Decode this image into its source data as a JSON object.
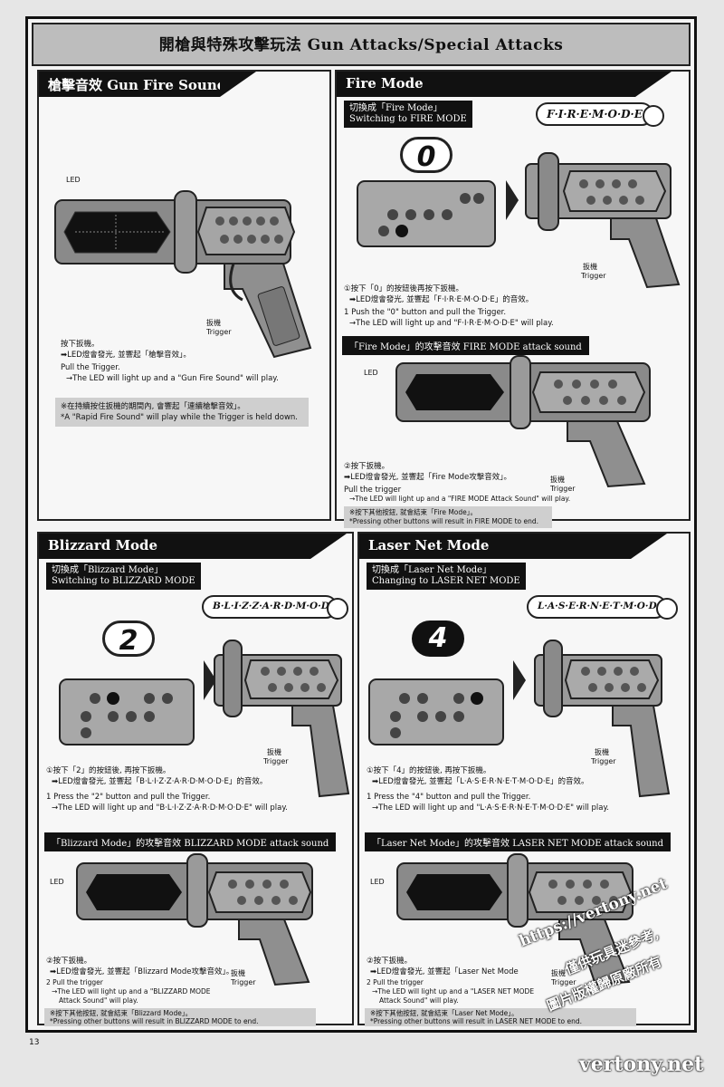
{
  "header": {
    "title": "開槍與特殊攻擊玩法  Gun Attacks/Special Attacks"
  },
  "gun_fire_sound": {
    "heading": "槍擊音效 Gun Fire Sound",
    "led": "LED",
    "trigger_cn": "扳機",
    "trigger_en": "Trigger",
    "step_cn1": "按下扳機。",
    "step_cn2": "➡LED燈會發光, 並響起「槍擊音效」。",
    "step_en1": "Pull the Trigger.",
    "step_en2": "→The LED will light up and a \"Gun Fire Sound\" will play.",
    "note_cn": "※在持續按住扳機的期間內, 會響起「連續槍擊音效」。",
    "note_en": "*A \"Rapid Fire Sound\" will play while the Trigger is held down."
  },
  "fire_mode": {
    "heading": "Fire Mode",
    "tag_cn": "切換成「Fire Mode」",
    "tag_en": "Switching to FIRE MODE",
    "digit": "0",
    "bubble": "F·I·R·E·M·O·D·E",
    "trigger_cn": "扳機",
    "trigger_en": "Trigger",
    "step_cn1": "①按下「0」的按鈕後再按下扳機。",
    "step_cn2": "➡LED燈會發光, 並響起「F·I·R·E·M·O·D·E」的音效。",
    "step_en1": "1 Push the \"0\" button and pull the Trigger.",
    "step_en2": "→The LED will light up and \"F·I·R·E·M·O·D·E\" will play.",
    "attack_tag": "「Fire Mode」的攻擊音效  FIRE MODE attack sound",
    "led": "LED",
    "attack_cn1": "②按下扳機。",
    "attack_cn2": "➡LED燈會發光, 並響起「Fire Mode攻擊音效」。",
    "attack_en1": "Pull the trigger",
    "attack_en2": "→The LED will light up and a \"FIRE MODE Attack Sound\" will play.",
    "note_cn": "※按下其他按鈕, 就會結束「Fire Mode」。",
    "note_en": "*Pressing other buttons will result in FIRE MODE to end."
  },
  "blizzard_mode": {
    "heading": "Blizzard Mode",
    "tag_cn": "切換成「Blizzard Mode」",
    "tag_en": "Switching to BLIZZARD MODE",
    "digit": "2",
    "bubble": "B·L·I·Z·Z·A·R·D·M·O·D·E",
    "trigger_cn": "扳機",
    "trigger_en": "Trigger",
    "step_cn1": "①按下「2」的按鈕後, 再按下扳機。",
    "step_cn2": "➡LED燈會發光, 並響起「B·L·I·Z·Z·A·R·D·M·O·D·E」的音效。",
    "step_en1": "1 Press the \"2\" button and pull the Trigger.",
    "step_en2": "→The LED will light up and \"B·L·I·Z·Z·A·R·D·M·O·D·E\" will play.",
    "attack_tag": "「Blizzard Mode」的攻擊音效  BLIZZARD MODE attack sound",
    "led": "LED",
    "attack_cn1": "②按下扳機。",
    "attack_cn2": "➡LED燈會發光, 並響起「Blizzard Mode攻擊音效」。",
    "attack_en1": "2 Pull the trigger",
    "attack_en2": "→The LED will light up and a \"BLIZZARD MODE",
    "attack_en3": "Attack Sound\" will play.",
    "note_cn": "※按下其他按鈕, 就會結束「Blizzard Mode」。",
    "note_en": "*Pressing other buttons will result in BLIZZARD MODE to end."
  },
  "laser_net_mode": {
    "heading": "Laser Net Mode",
    "tag_cn": "切換成「Laser Net Mode」",
    "tag_en": "Changing to LASER NET MODE",
    "digit": "4",
    "bubble": "L·A·S·E·R·N·E·T·M·O·D·E",
    "trigger_cn": "扳機",
    "trigger_en": "Trigger",
    "step_cn1": "①按下「4」的按鈕後, 再按下扳機。",
    "step_cn2": "➡LED燈會發光, 並響起「L·A·S·E·R·N·E·T·M·O·D·E」的音效。",
    "step_en1": "1 Press the \"4\" button and pull the Trigger.",
    "step_en2": "→The LED will light up and \"L·A·S·E·R·N·E·T·M·O·D·E\" will play.",
    "attack_tag": "「Laser Net Mode」的攻擊音效  LASER NET MODE attack sound",
    "led": "LED",
    "attack_cn1": "②按下扳機。",
    "attack_cn2": "➡LED燈會發光, 並響起「Laser Net Mode",
    "attack_en1": "2 Pull the trigger",
    "attack_en2": "→The LED will light up and a \"LASER NET MODE",
    "attack_en3": "Attack Sound\" will play.",
    "note_cn": "※按下其他按鈕, 就會結束「Laser Net Mode」。",
    "note_en": "*Pressing other buttons will result in LASER NET MODE to end."
  },
  "page_number": "13",
  "watermark": {
    "line1": "https://vertony.net",
    "line2": "僅供玩具迷參考,",
    "line3": "圖片版權歸原廠所有",
    "footer": "vertony.net"
  }
}
